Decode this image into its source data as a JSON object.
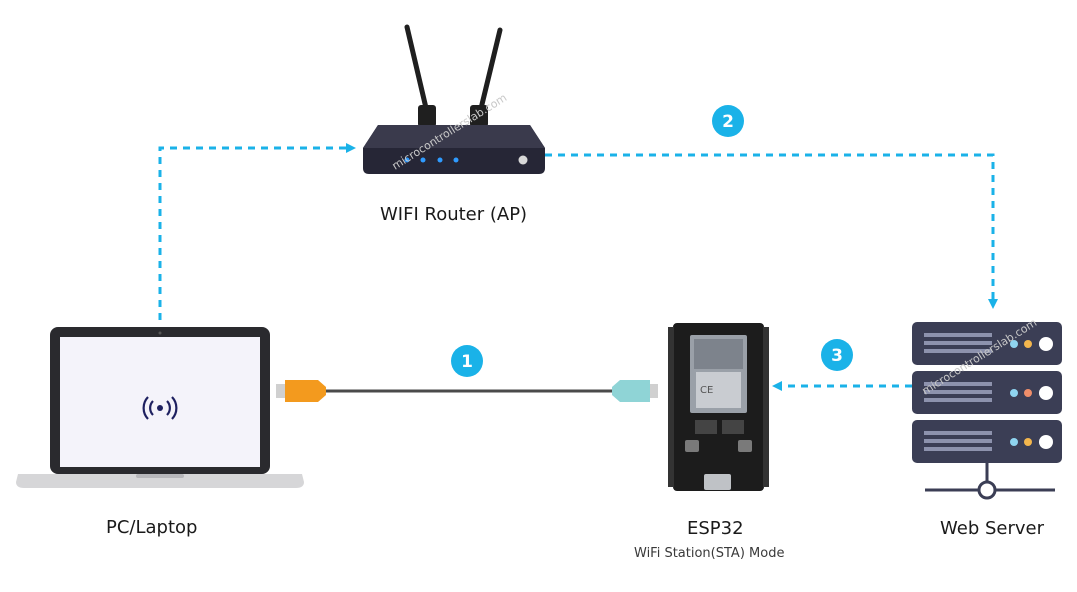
{
  "nodes": {
    "router": {
      "label": "WIFI Router (AP)"
    },
    "laptop": {
      "label": "PC/Laptop"
    },
    "esp32": {
      "label": "ESP32",
      "sublabel": "WiFi Station(STA) Mode"
    },
    "server": {
      "label": "Web Server"
    }
  },
  "steps": [
    "1",
    "2",
    "3"
  ],
  "watermark": "microcontrollerslab.com",
  "colors": {
    "dashed_link": "#1ab2e8",
    "badge": "#1ab2e8",
    "usb_orange": "#f39a1e",
    "usb_teal": "#8fd4d6",
    "device_dark": "#2b2d42",
    "server_body": "#3b3e55"
  }
}
